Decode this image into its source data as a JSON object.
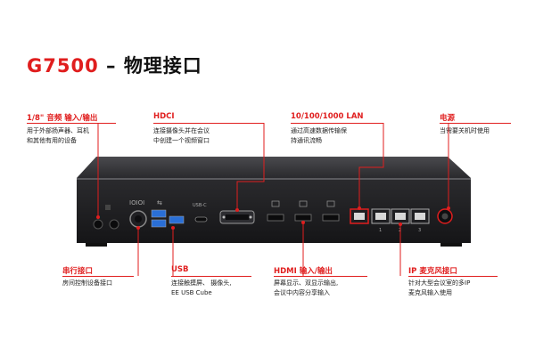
{
  "title": {
    "model": "G7500",
    "dash": " – ",
    "text": "物理接口"
  },
  "callouts": {
    "audio": {
      "label": "1/8\" 音频 输入/输出",
      "desc": [
        "用于外部扬声器、耳机",
        "和其他有用的设备"
      ]
    },
    "hdci": {
      "label": "HDCI",
      "desc": [
        "连接摄像头并在会议",
        "中创建一个视频窗口"
      ]
    },
    "lan": {
      "label": "10/100/1000 LAN",
      "desc": [
        "通过高速数据传输保",
        "持通讯流畅"
      ]
    },
    "power": {
      "label": "电源",
      "desc": [
        "当需要关机时使用"
      ]
    },
    "serial": {
      "label": "串行接口",
      "desc": [
        "房间控制设备接口"
      ]
    },
    "usb": {
      "label": "USB",
      "desc": [
        "连接触摸屏、 摄像头,",
        "EE USB Cube"
      ]
    },
    "hdmi": {
      "label": "HDMI 输入/输出",
      "desc": [
        "屏幕显示、双显示输出,",
        "会议中内容分享输入"
      ]
    },
    "ipmic": {
      "label": "IP 麦克风接口",
      "desc": [
        "针对大型会议室的多IP",
        "麦克风输入使用"
      ]
    }
  },
  "device": {
    "usb_c_label": "USB-C",
    "ip_port_numbers": [
      "1",
      "2",
      "3"
    ]
  },
  "colors": {
    "accent": "#e01e1e",
    "device": "#1c1c1e"
  }
}
